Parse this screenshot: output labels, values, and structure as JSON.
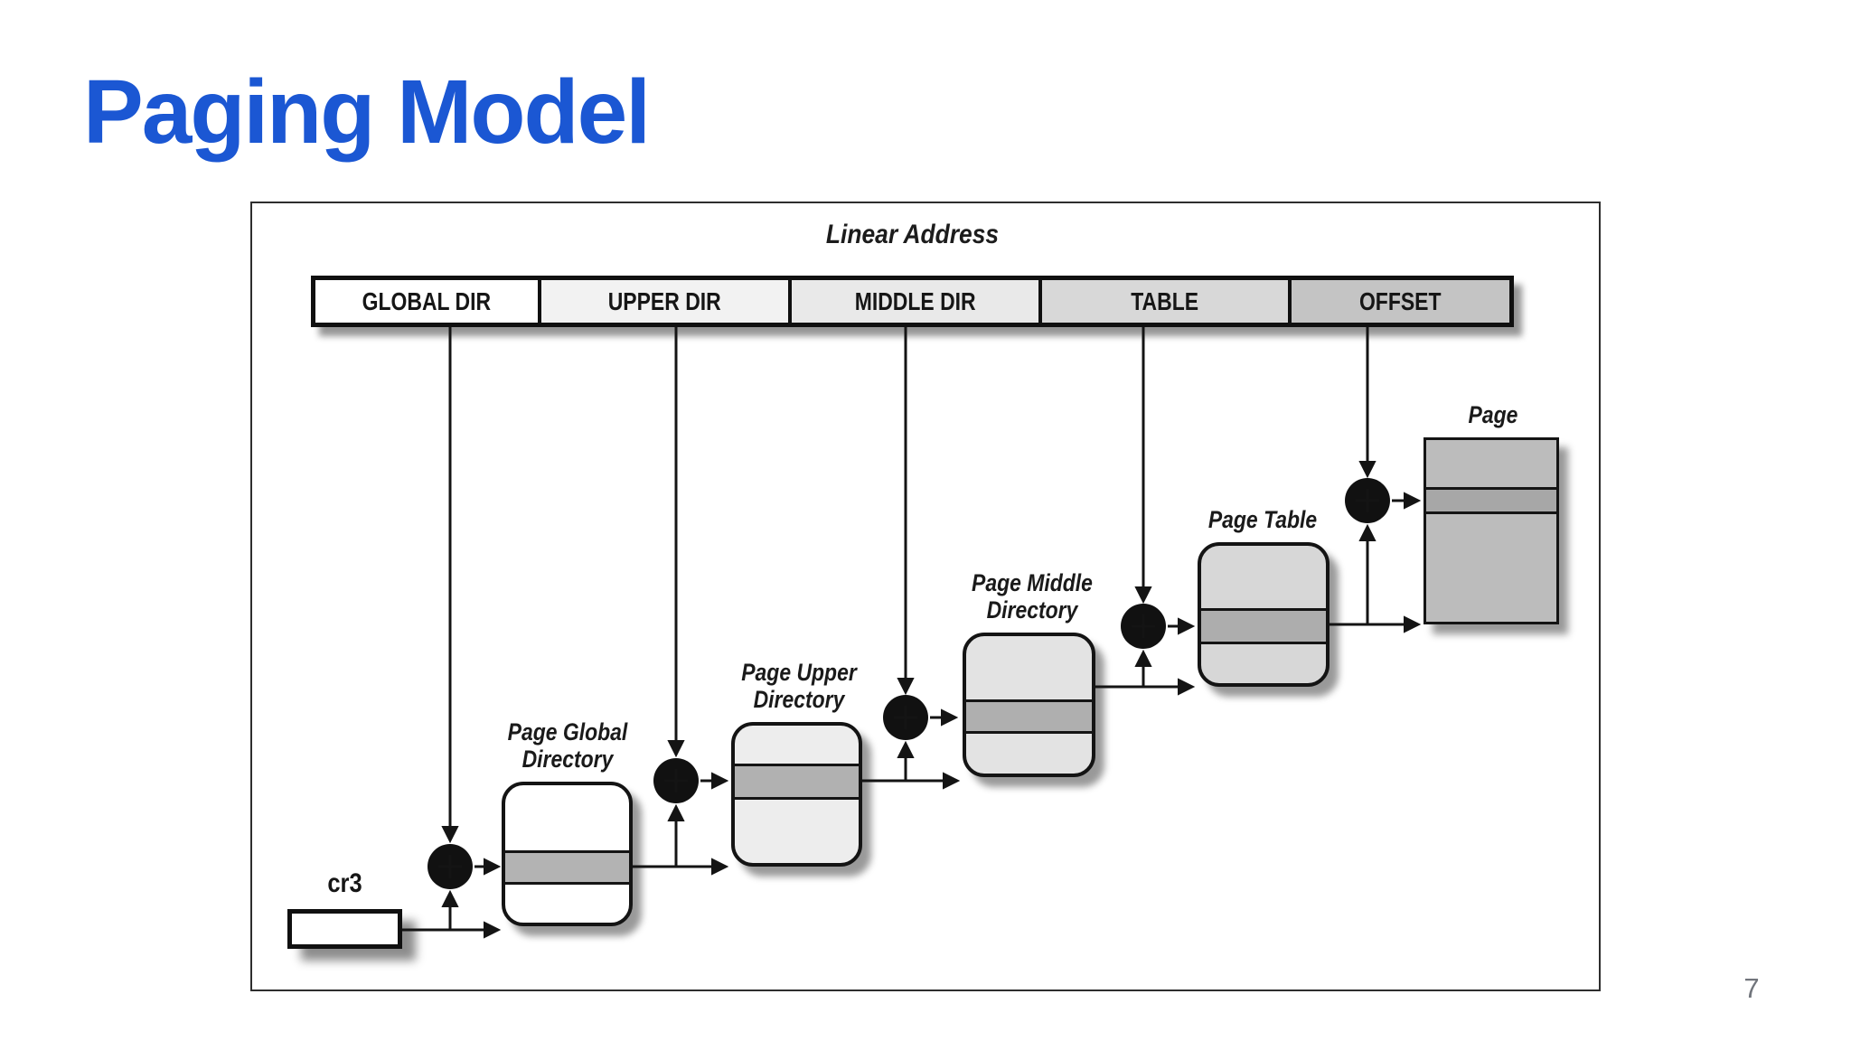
{
  "slide": {
    "title": "Paging Model",
    "title_color": "#1b57d3",
    "page_number": "7"
  },
  "diagram": {
    "caption": "Linear Address",
    "address_fields": [
      {
        "label": "GLOBAL DIR",
        "fill": "#ffffff"
      },
      {
        "label": "UPPER DIR",
        "fill": "#f2f2f2"
      },
      {
        "label": "MIDDLE DIR",
        "fill": "#e9e9e9"
      },
      {
        "label": "TABLE",
        "fill": "#d8d8d8"
      },
      {
        "label": "OFFSET",
        "fill": "#c4c4c4"
      }
    ],
    "register": {
      "label": "cr3"
    },
    "tables": [
      {
        "name": "Page Global Directory",
        "label": "Page Global\nDirectory",
        "fill": "#ffffff",
        "band_fill": "#b3b3b3"
      },
      {
        "name": "Page Upper Directory",
        "label": "Page Upper\nDirectory",
        "fill": "#ededed",
        "band_fill": "#b1b1b1"
      },
      {
        "name": "Page Middle Directory",
        "label": "Page Middle\nDirectory",
        "fill": "#e3e3e3",
        "band_fill": "#afafaf"
      },
      {
        "name": "Page Table",
        "label": "Page Table",
        "fill": "#d7d7d7",
        "band_fill": "#adadad"
      },
      {
        "name": "Page",
        "label": "Page",
        "fill": "#bcbcbc",
        "band_fill": "#a7a7a7"
      }
    ]
  }
}
